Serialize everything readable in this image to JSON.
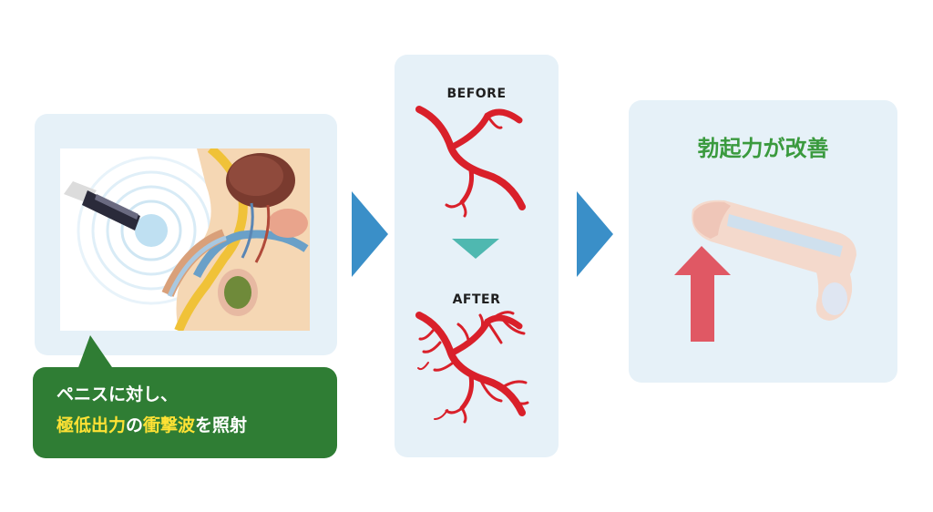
{
  "before_label": "BEFORE",
  "after_label": "AFTER",
  "result_title": "勃起力が改善",
  "caption": {
    "line1": "ペニスに対し、",
    "line2_parts": [
      {
        "text": "極低出力",
        "highlight": true
      },
      {
        "text": "の",
        "highlight": false
      },
      {
        "text": "衝撃波",
        "highlight": true
      },
      {
        "text": "を照射",
        "highlight": false
      }
    ]
  },
  "colors": {
    "panel_bg": "#e6f1f8",
    "flow_arrow": "#3a8fc8",
    "down_arrow": "#4fb8b0",
    "vessel_red": "#d9202a",
    "up_arrow": "#e05864",
    "bubble_green": "#2f7d34",
    "highlight_yellow": "#ffe234",
    "title_green": "#3a9a3e"
  }
}
